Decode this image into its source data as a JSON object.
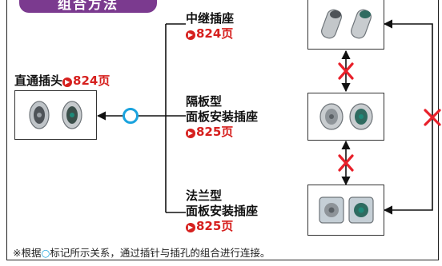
{
  "header": {
    "title": "组合方法"
  },
  "straight_plug": {
    "label": "直通插头",
    "page": "824页"
  },
  "relay_socket": {
    "label": "中继插座",
    "page": "824页"
  },
  "bulkhead_socket": {
    "label_line1": "隔板型",
    "label_line2": "面板安装插座",
    "page": "825页"
  },
  "flange_socket": {
    "label_line1": "法兰型",
    "label_line2": "面板安装插座",
    "page": "825页"
  },
  "note": {
    "prefix": "※根据",
    "symbol": "○",
    "suffix": "标记所示关系，通过插针与插孔的组合进行连接。"
  },
  "colors": {
    "tab": "#7b3a8f",
    "page_ref": "#d6201e",
    "compatible": "#1aa3de",
    "incompatible": "#e8202a"
  },
  "icons": [
    "page-ref-arrow-icon",
    "compatible-circle-icon",
    "incompatible-cross-icon",
    "connector-photo-icon"
  ]
}
